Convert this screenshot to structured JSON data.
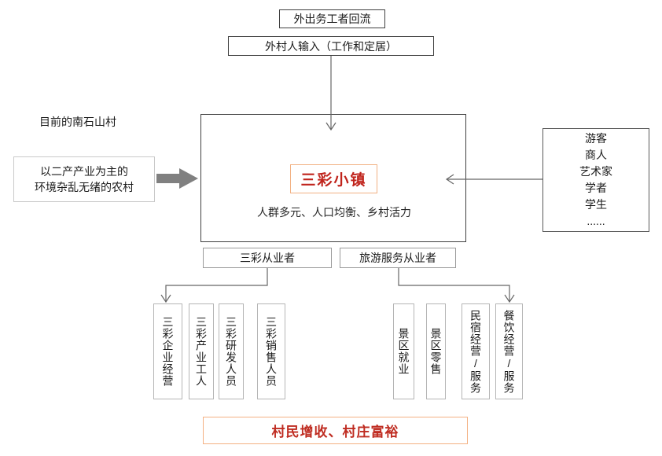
{
  "diagram": {
    "top_flow": {
      "returnee_label": "外出务工者回流",
      "newcomer_label": "外村人输入（工作和定居）"
    },
    "left": {
      "caption": "目前的南石山村",
      "box_line1": "以二产产业为主的",
      "box_line2": "环境杂乱无绪的农村"
    },
    "center": {
      "title": "三彩小镇",
      "subtitle": "人群多元、人口均衡、乡村活力"
    },
    "right": {
      "items": [
        "游客",
        "商人",
        "艺术家",
        "学者",
        "学生",
        "......"
      ]
    },
    "mid": {
      "sancai_workers": "三彩从业者",
      "tourism_workers": "旅游服务从业者"
    },
    "sancai_jobs": [
      "三彩企业经营",
      "三彩产业工人",
      "三彩研发人员",
      "三彩销售人员"
    ],
    "tourism_jobs": [
      "景区就业",
      "景区零售",
      "民宿经营/服务",
      "餐饮经营/服务"
    ],
    "bottom": {
      "outcome": "村民增收、村庄富裕"
    },
    "colors": {
      "accent_red": "#C0241C",
      "accent_orange": "#F2B183",
      "connector_gray": "#666666",
      "block_arrow_gray": "#808080",
      "dark_border": "#404040",
      "light_border": "#B5B5B5"
    }
  }
}
